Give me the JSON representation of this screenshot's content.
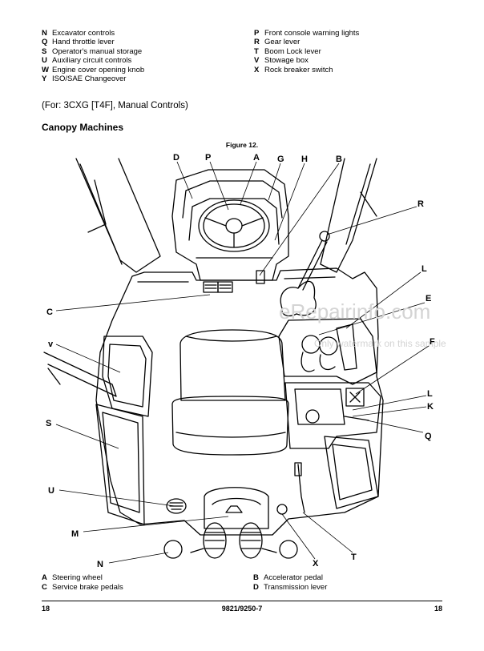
{
  "legend_left": [
    {
      "key": "N",
      "text": "Excavator controls"
    },
    {
      "key": "Q",
      "text": "Hand throttle lever"
    },
    {
      "key": "S",
      "text": "Operator's manual storage"
    },
    {
      "key": "U",
      "text": "Auxiliary circuit controls"
    },
    {
      "key": "W",
      "text": "Engine cover opening knob"
    },
    {
      "key": "Y",
      "text": "ISO/SAE Changeover"
    }
  ],
  "legend_right": [
    {
      "key": "P",
      "text": "Front console warning lights"
    },
    {
      "key": "R",
      "text": "Gear lever"
    },
    {
      "key": "T",
      "text": "Boom Lock lever"
    },
    {
      "key": "V",
      "text": "Stowage box"
    },
    {
      "key": "X",
      "text": "Rock breaker switch"
    }
  ],
  "variant_note": "(For: 3CXG [T4F], Manual Controls)",
  "section_title": "Canopy Machines",
  "figure": {
    "title": "Figure 12.",
    "callouts": {
      "D": "D",
      "P": "P",
      "A": "A",
      "G": "G",
      "H": "H",
      "B": "B",
      "R": "R",
      "C": "C",
      "L1": "L",
      "E": "E",
      "v": "v",
      "F": "F",
      "L2": "L",
      "K": "K",
      "S": "S",
      "Q": "Q",
      "U": "U",
      "M": "M",
      "N": "N",
      "X": "X",
      "T": "T"
    },
    "watermark_main": "eRepairinfo.com",
    "watermark_sub": "Only watermark on this sample"
  },
  "captions_left": [
    {
      "key": "A",
      "text": "Steering wheel"
    },
    {
      "key": "C",
      "text": "Service brake pedals"
    }
  ],
  "captions_right": [
    {
      "key": "B",
      "text": "Accelerator pedal"
    },
    {
      "key": "D",
      "text": "Transmission lever"
    }
  ],
  "footer": {
    "page_left": "18",
    "doc_code": "9821/9250-7",
    "page_right": "18"
  }
}
